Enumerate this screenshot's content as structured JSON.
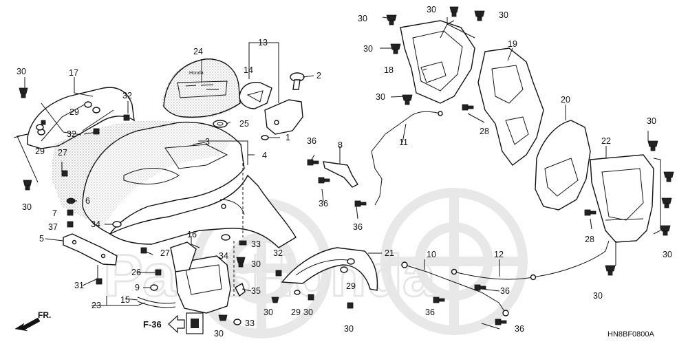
{
  "callouts": {
    "c1": "1",
    "c2": "2",
    "c3": "3",
    "c4": "4",
    "c5": "5",
    "c6": "6",
    "c7": "7",
    "c8": "8",
    "c9": "9",
    "c10": "10",
    "c11": "11",
    "c12": "12",
    "c13": "13",
    "c14": "14",
    "c15": "15",
    "c16": "16",
    "c17": "17",
    "c18": "18",
    "c19": "19",
    "c20": "20",
    "c21": "21",
    "c22": "22",
    "c23": "23",
    "c24": "24",
    "c25": "25",
    "c26": "26",
    "c27": "27",
    "c28": "28",
    "c29": "29",
    "c30": "30",
    "c31": "31",
    "c32": "32",
    "c33": "33",
    "c34": "34",
    "c35": "35",
    "c36": "36",
    "c37": "37"
  },
  "direction_label": "FR.",
  "page_reference": "F-36",
  "diagram_code": "HN8BF0800A",
  "decal_text": "Honda"
}
